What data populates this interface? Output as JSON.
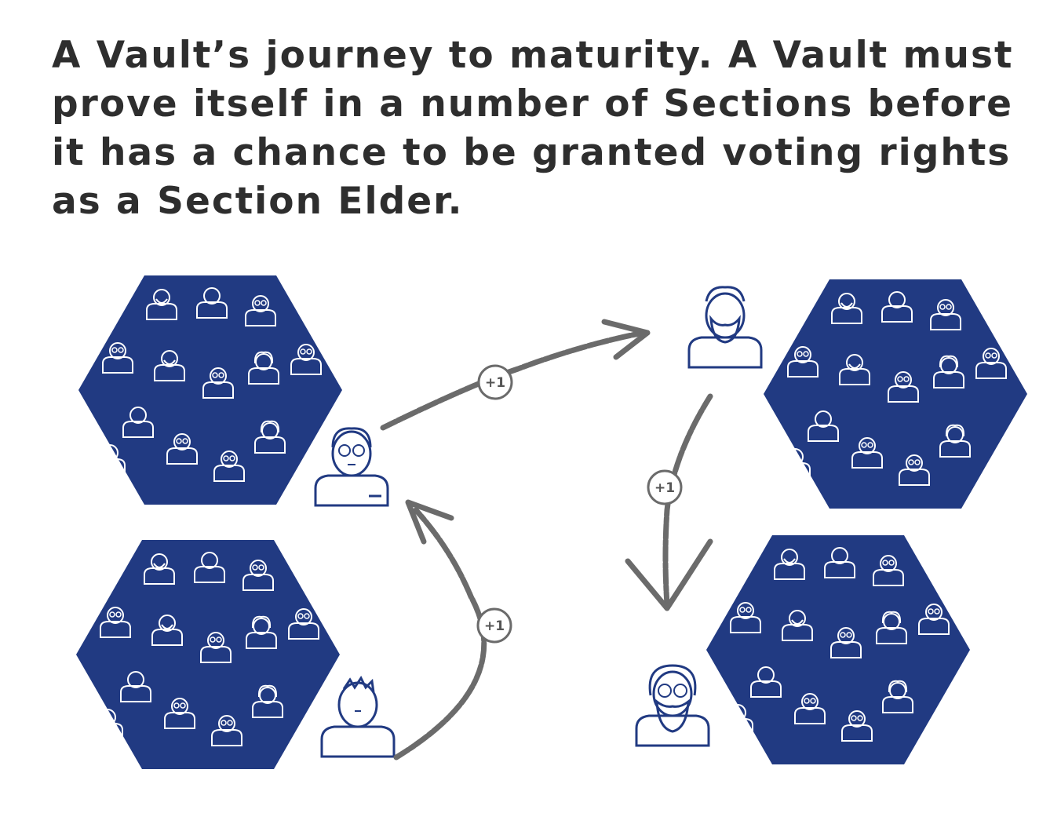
{
  "title": "A Vault’s journey to maturity. A Vault must prove itself in a number of Sections before it has a chance to be granted voting rights as a Section Elder.",
  "badges": {
    "step1": "+1",
    "step2": "+1",
    "step3": "+1"
  },
  "colors": {
    "hexagon": "#213a82",
    "vault_outline": "#213a82",
    "arrow": "#6b6b6b",
    "text": "#2e2e2e"
  },
  "icons": {
    "section": "hexagon-crowd-icon",
    "young_vault": "young-person-icon",
    "adult_vault": "glasses-person-icon",
    "mature_vault": "bearded-person-icon",
    "elder_vault": "elder-person-icon"
  }
}
